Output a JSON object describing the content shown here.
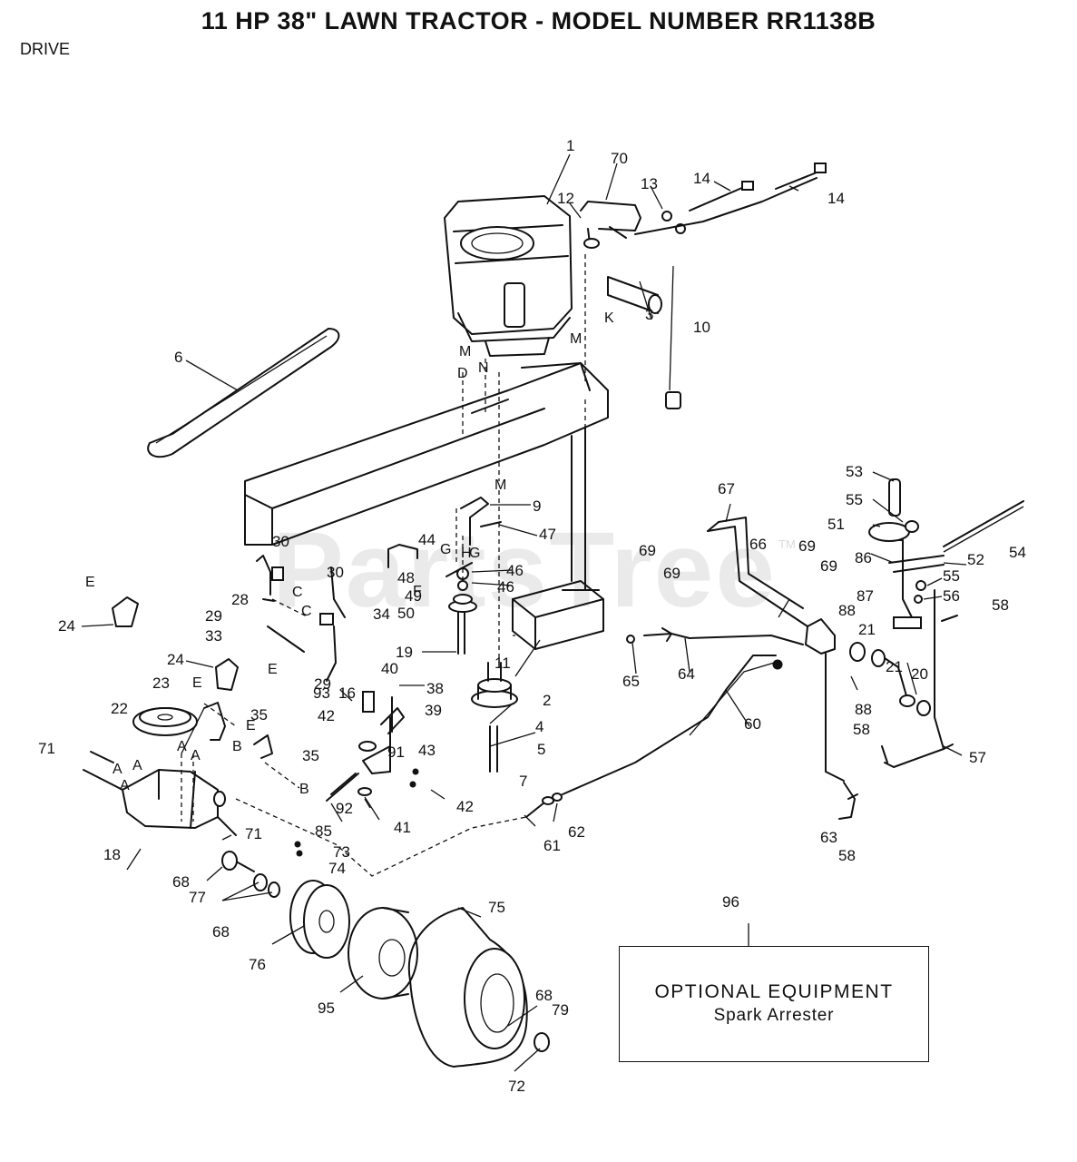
{
  "header": {
    "title": "11 HP 38\" LAWN TRACTOR - MODEL NUMBER RR1138B",
    "section": "DRIVE"
  },
  "watermark": {
    "text": "PartsTree",
    "trademark": "TM"
  },
  "optional_equipment": {
    "ref": "96",
    "line1": "OPTIONAL EQUIPMENT",
    "line2": "Spark Arrester"
  },
  "callouts": {
    "c1": "1",
    "c70": "70",
    "c12": "12",
    "c13": "13",
    "c14a": "14",
    "c14b": "14",
    "c3": "3",
    "c10": "10",
    "c6": "6",
    "c9": "9",
    "c47": "47",
    "c44": "44",
    "c48": "48",
    "c46a": "46",
    "c46b": "46",
    "c49": "49",
    "c50": "50",
    "c11": "11",
    "c19": "19",
    "c30a": "30",
    "c30b": "30",
    "c28": "28",
    "c29a": "29",
    "c33": "33",
    "c34": "34",
    "c29b": "29",
    "c24a": "24",
    "c24b": "24",
    "c40": "40",
    "c38": "38",
    "c93": "93",
    "c16": "16",
    "c39": "39",
    "c42a": "42",
    "c2": "2",
    "c4": "4",
    "c5": "5",
    "c43": "43",
    "c91": "91",
    "c42b": "42",
    "c92": "92",
    "c85": "85",
    "c41": "41",
    "c23": "23",
    "c22": "22",
    "c35a": "35",
    "c35b": "35",
    "c71a": "71",
    "c71b": "71",
    "c18": "18",
    "c73": "73",
    "c74": "74",
    "c68a": "68",
    "c77": "77",
    "c68b": "68",
    "c7": "7",
    "c61": "61",
    "c62": "62",
    "c76": "76",
    "c95": "95",
    "c75": "75",
    "c68c": "68",
    "c79": "79",
    "c72": "72",
    "c67": "67",
    "c66": "66",
    "c69a": "69",
    "c69b": "69",
    "c69c": "69",
    "c69d": "69",
    "c65": "65",
    "c64": "64",
    "c60": "60",
    "c53": "53",
    "c55a": "55",
    "c51": "51",
    "c86": "86",
    "c52": "52",
    "c54": "54",
    "c55b": "55",
    "c56": "56",
    "c58a": "58",
    "c87": "87",
    "c88a": "88",
    "c21a": "21",
    "c21b": "21",
    "c20": "20",
    "c88b": "88",
    "c58b": "58",
    "c57": "57",
    "c63": "63",
    "c58c": "58"
  },
  "letters": {
    "M1": "M",
    "M2": "M",
    "M3": "M",
    "K": "K",
    "N": "N",
    "D": "D",
    "G1": "G",
    "G2": "G",
    "H": "H",
    "F": "F",
    "C1": "C",
    "C2": "C",
    "E1": "E",
    "E2": "E",
    "E3": "E",
    "E4": "E",
    "B1": "B",
    "B2": "B",
    "A1": "A",
    "A2": "A",
    "A3": "A",
    "A4": "A",
    "A5": "A"
  }
}
